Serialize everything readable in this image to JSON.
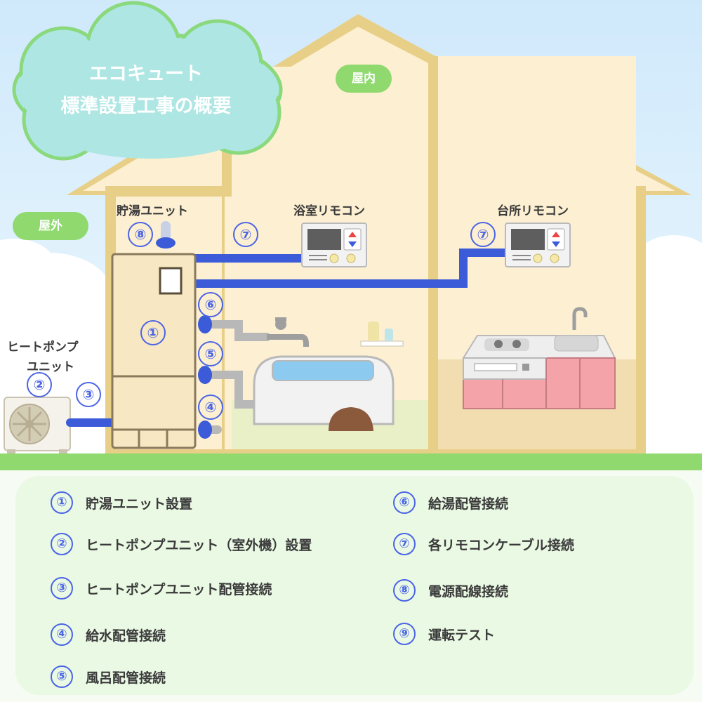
{
  "title": {
    "line1": "エコキュート",
    "line2": "標準設置工事の概要"
  },
  "areas": {
    "indoor": "屋内",
    "outdoor": "屋外"
  },
  "labels": {
    "tank_unit": "貯湯ユニット",
    "heat_pump_line1": "ヒートポンプ",
    "heat_pump_line2": "ユニット",
    "bath_remote": "浴室リモコン",
    "kitchen_remote": "台所リモコン"
  },
  "markers": {
    "m1": "①",
    "m2": "②",
    "m3": "③",
    "m4": "④",
    "m5": "⑤",
    "m6": "⑥",
    "m7a": "⑦",
    "m7b": "⑦",
    "m8": "⑧"
  },
  "legend": [
    {
      "n": "①",
      "text": "貯湯ユニット設置"
    },
    {
      "n": "②",
      "text": "ヒートポンプユニット（室外機）設置"
    },
    {
      "n": "③",
      "text": "ヒートポンプユニット配管接続"
    },
    {
      "n": "④",
      "text": "給水配管接続"
    },
    {
      "n": "⑤",
      "text": "風呂配管接続"
    },
    {
      "n": "⑥",
      "text": "給湯配管接続"
    },
    {
      "n": "⑦",
      "text": "各リモコンケーブル接続"
    },
    {
      "n": "⑧",
      "text": "電源配線接続"
    },
    {
      "n": "⑨",
      "text": "運転テスト"
    }
  ],
  "colors": {
    "pipe": "#3b5bd9",
    "marker": "#4a64e6",
    "house_wall": "#fcefd2",
    "house_frame": "#e8cf88",
    "ground": "#8fd96f",
    "sky": "#d9f0fb",
    "legend_bg": "#eaf9e4"
  }
}
